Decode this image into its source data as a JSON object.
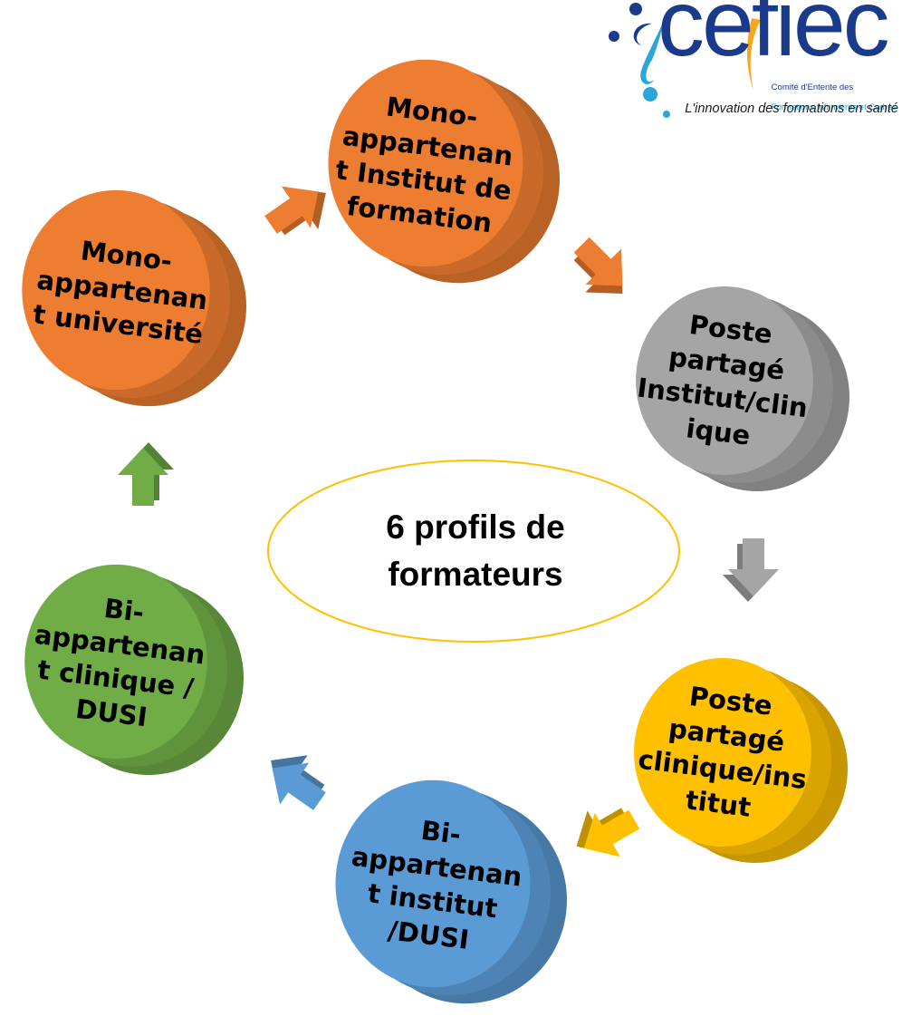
{
  "diagram": {
    "center_text": "6 profils de\nformateurs",
    "nodes": [
      {
        "id": "mono-institut",
        "label": "Mono-\nappartenan\nt Institut de\nformation",
        "color": "#ED7D31"
      },
      {
        "id": "poste-institut-clinique",
        "label": "Poste\npartagé\nInstitut/clin\nique",
        "color": "#A5A5A5"
      },
      {
        "id": "poste-clinique-institut",
        "label": "Poste\npartagé\nclinique/ins\ntitut",
        "color": "#FFC000"
      },
      {
        "id": "bi-institut-dusi",
        "label": "Bi-\nappartenan\nt institut\n/DUSI",
        "color": "#5B9BD5"
      },
      {
        "id": "bi-clinique-dusi",
        "label": "Bi-\nappartenan\nt clinique /\nDUSI",
        "color": "#70AD47"
      },
      {
        "id": "mono-universite",
        "label": "Mono-\nappartenan\nt université",
        "color": "#ED7D31"
      }
    ]
  },
  "logo": {
    "wordmark": "cefiec",
    "subtitle_line1": "Comité d'Entente des",
    "subtitle_line2": "Formations Infirmières et Cadres",
    "tagline": "L'innovation des formations en santé",
    "colors": {
      "navy": "#1a3a8c",
      "teal": "#2aa7d8",
      "orange": "#f5a623"
    }
  }
}
